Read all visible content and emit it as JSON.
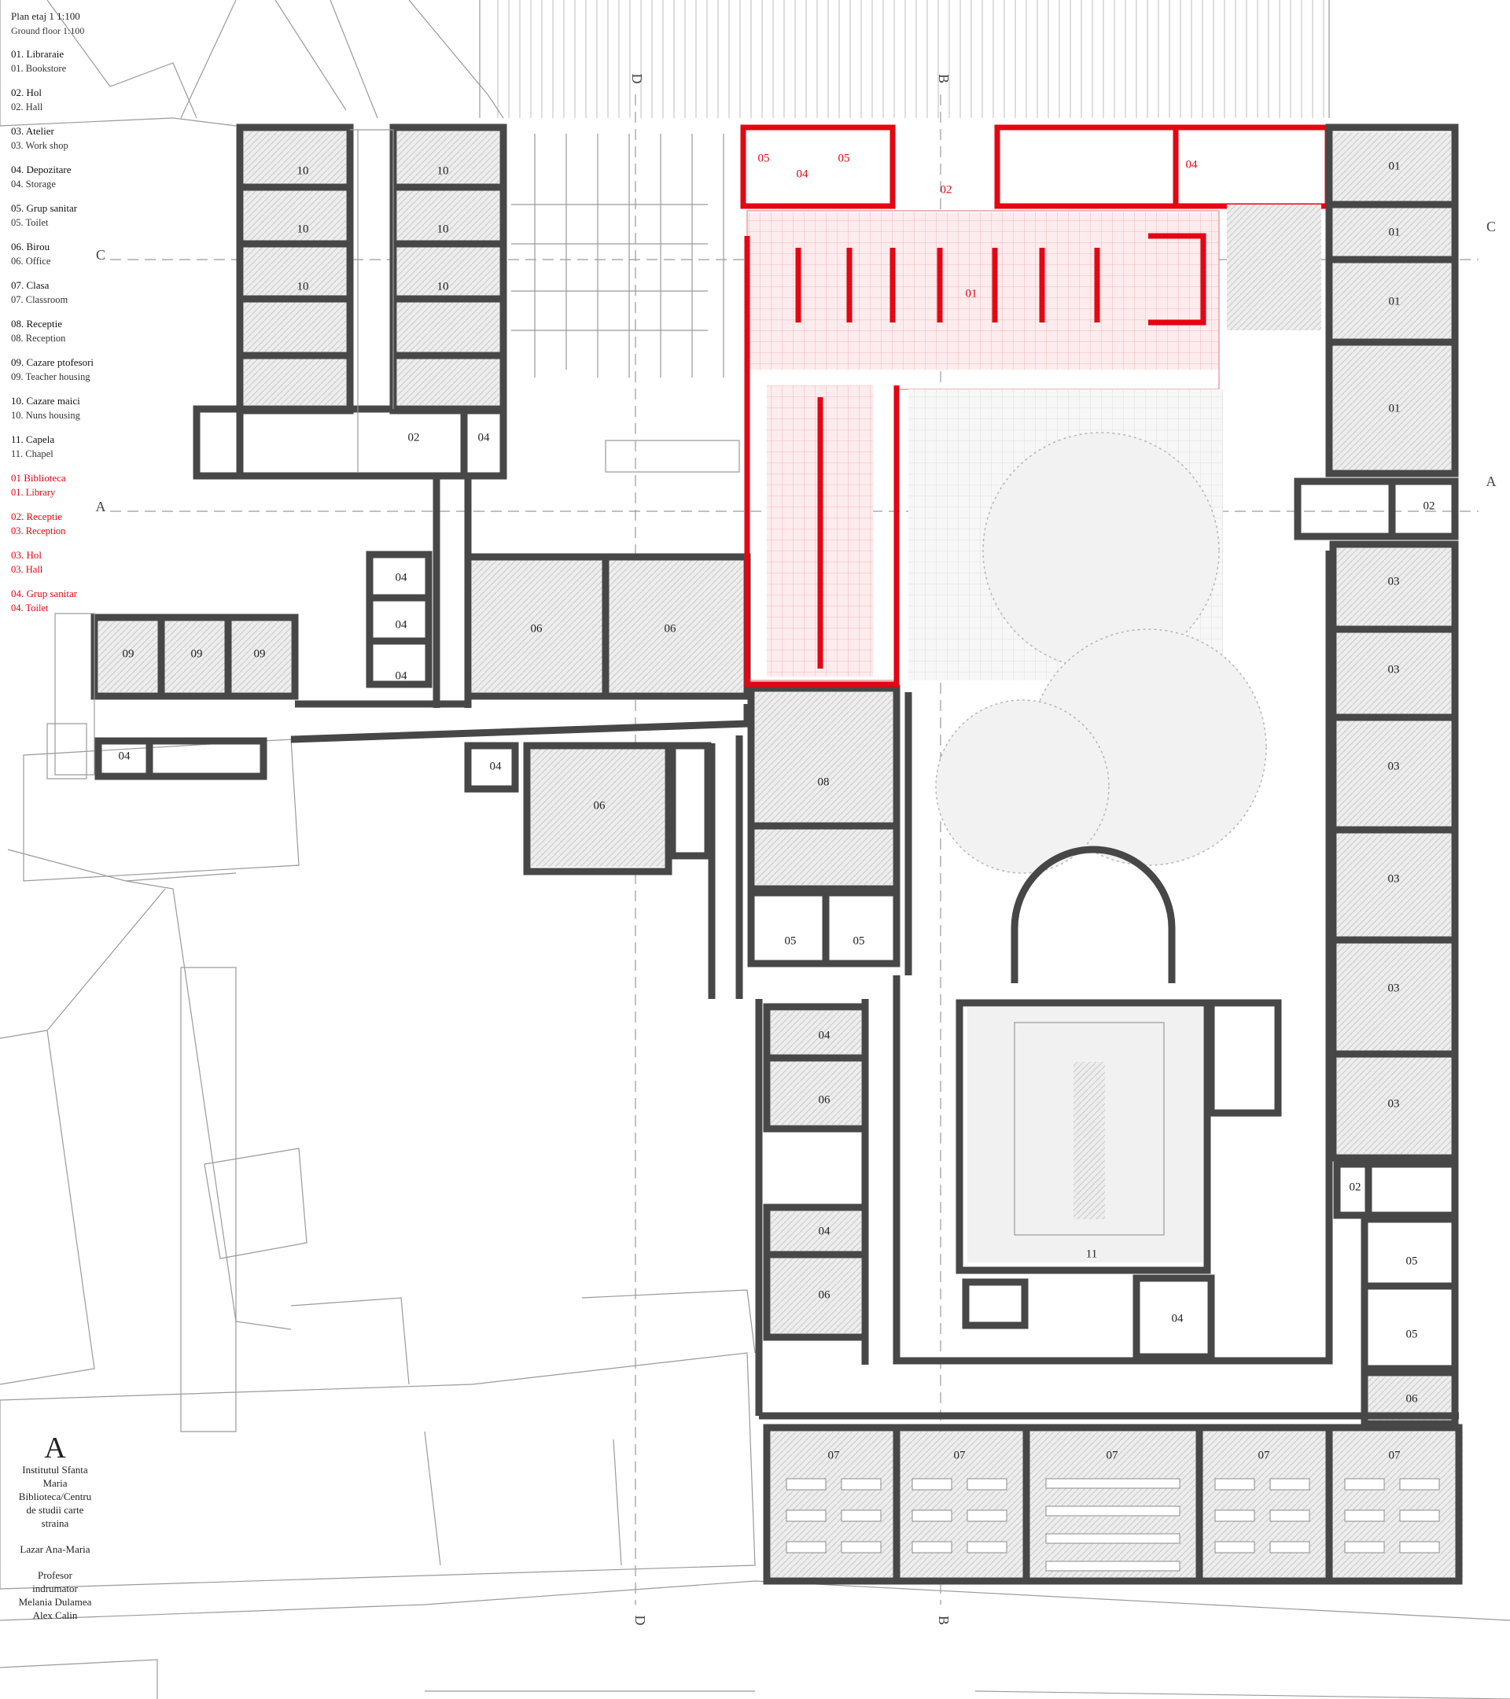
{
  "legend": {
    "title": "Plan etaj 1 1:100",
    "subtitle": "Ground floor 1:100",
    "items": [
      {
        "ro": "01. Libraraie",
        "en": "01. Bookstore"
      },
      {
        "ro": "02. Hol",
        "en": "02. Hall"
      },
      {
        "ro": "03. Atelier",
        "en": "03. Work shop"
      },
      {
        "ro": "04. Depozitare",
        "en": "04. Storage"
      },
      {
        "ro": "05. Grup sanitar",
        "en": "05. Toilet"
      },
      {
        "ro": "06. Birou",
        "en": "06. Office"
      },
      {
        "ro": "07. Clasa",
        "en": "07. Classroom"
      },
      {
        "ro": "08. Receptie",
        "en": "08. Reception"
      },
      {
        "ro": "09. Cazare ptofesori",
        "en": "09. Teacher housing"
      },
      {
        "ro": "10. Cazare maici",
        "en": "10. Nuns housing"
      },
      {
        "ro": "11. Capela",
        "en": "11. Chapel"
      }
    ],
    "red_items": [
      {
        "ro": "01 Biblioteca",
        "en": "01. Library"
      },
      {
        "ro": "02. Receptie",
        "en": "03. Reception"
      },
      {
        "ro": "03. Hol",
        "en": "03. Hall"
      },
      {
        "ro": "04. Grup sanitar",
        "en": "04. Toilet"
      }
    ]
  },
  "credits": {
    "logo": "A",
    "institution": "Institutul Sfanta Maria",
    "project": "Biblioteca/Centru de studii carte straina",
    "author": "Lazar Ana-Maria",
    "supervisor_label": "Profesor indrumator",
    "supervisors": "Melania Dulamea Alex Calin"
  },
  "section_markers": [
    "A",
    "B",
    "C",
    "D"
  ],
  "room_labels": {
    "r10": "10",
    "r09": "09",
    "r04": "04",
    "r06": "06",
    "r02": "02",
    "r08": "08",
    "r05": "05",
    "r03": "03",
    "r07": "07",
    "r01": "01",
    "r11": "11"
  },
  "colors": {
    "wall": "#474747",
    "highlight": "#e30613",
    "hatch": "#cfcfcf"
  }
}
